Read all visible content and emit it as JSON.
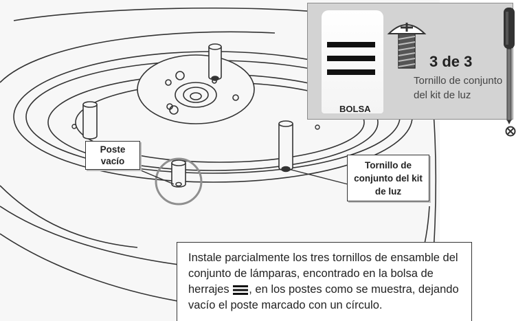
{
  "callouts": {
    "empty_post": "Poste\nvacío",
    "screw": "Tornillo de\nconjunto del kit\nde luz"
  },
  "hardware": {
    "bag_label": "BOLSA",
    "count": "3 de 3",
    "screw_name": "Tornillo de conjunto del kit de luz"
  },
  "instruction": {
    "part1": "Instale parcialmente los tres tornillos de ensamble del conjunto de lámparas, encontrado en la bolsa de herrajes",
    "part2": ", en los postes como se muestra, dejando vacío el poste marcado con un círculo."
  },
  "colors": {
    "line": "#333333",
    "panel": "#d3d3d3",
    "circle": "#8f8f8f"
  },
  "icons": [
    "hardware-bag-symbol-icon",
    "truss-head-screw-icon",
    "phillips-screwdriver-icon",
    "no-tool-icon"
  ]
}
